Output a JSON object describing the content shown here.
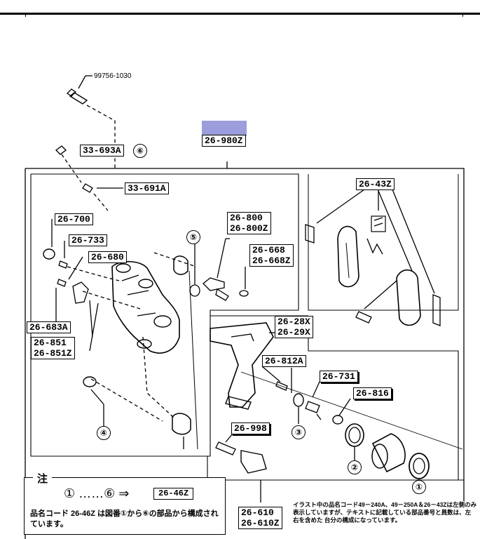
{
  "diagram": {
    "screw_part": "99756-1030",
    "assembly_code": "26-980Z",
    "labels": {
      "p33_693A": "33-693A",
      "p33_691A": "33-691A",
      "p26_700": "26-700",
      "p26_733": "26-733",
      "p26_680": "26-680",
      "p26_683A": "26-683A",
      "p26_851": [
        "26-851",
        "26-851Z"
      ],
      "p26_800": [
        "26-800",
        "26-800Z"
      ],
      "p26_668": [
        "26-668",
        "26-668Z"
      ],
      "p26_43Z": "26-43Z",
      "p26_28X": [
        "26-28X",
        "26-29X"
      ],
      "p26_812A": "26-812A",
      "p26_731": "26-731",
      "p26_816": "26-816",
      "p26_998": "26-998",
      "p26_610": [
        "26-610",
        "26-610Z"
      ]
    },
    "callouts": {
      "c1": "①",
      "c2": "②",
      "c3": "③",
      "c4": "④",
      "c5": "⑤",
      "c6": "⑥"
    }
  },
  "note": {
    "title": "注",
    "range": "① ……⑥ ⇒",
    "range_code": "26-46Z",
    "body": "品名コード 26-46Z は図番①から⑥の部品から構成されています。"
  },
  "remark": "イラスト中の品名コード49－240A、49－250A＆26－43Zは左側のみ表示していますが、テキストに記載している部品番号と員数は、左右を含めた 台分の構成になっています。"
}
